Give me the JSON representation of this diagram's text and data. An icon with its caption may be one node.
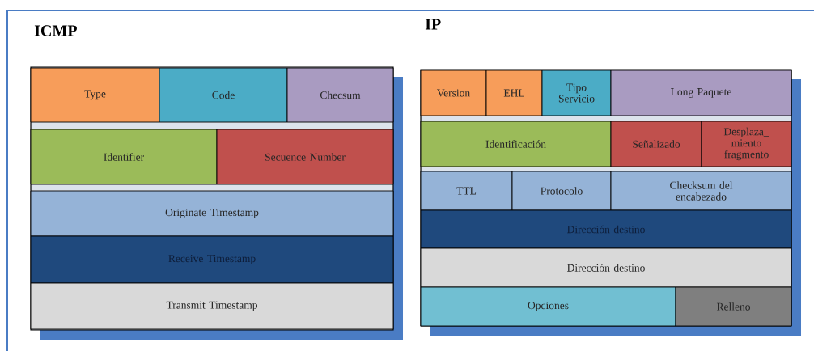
{
  "diagram": {
    "nodes": [
      {
        "text": [],
        "shape": "box"
      },
      {
        "text": [
          "Type"
        ],
        "in": 0
      },
      {
        "text": [
          "Code"
        ],
        "in": 0
      },
      {
        "text": [
          "Checsum"
        ],
        "in": 0
      },
      {
        "text": [
          "Identifier"
        ],
        "in": 0
      },
      {
        "text": [
          "Secuence Number"
        ],
        "in": 0
      },
      {
        "text": [
          "Originate Timestamp"
        ],
        "in": 0
      },
      {
        "text": [
          "Receive Timestamp"
        ],
        "in": 0
      },
      {
        "text": [
          "Transmit Timestamp"
        ],
        "in": 0
      },
      {
        "text": [],
        "shape": "box"
      },
      {
        "text": [
          "Version"
        ],
        "in": 9
      },
      {
        "text": [
          "EHL"
        ],
        "in": 9
      },
      {
        "text": [
          "Tipo Servicio"
        ],
        "in": 9
      },
      {
        "text": [
          "Long Paquete"
        ],
        "in": 9
      },
      {
        "text": [
          "Identificación"
        ],
        "in": 9
      },
      {
        "text": [
          "Señalizado"
        ],
        "in": 9
      },
      {
        "text": [
          "Desplaza_ miento fragmento"
        ],
        "in": 9
      },
      {
        "text": [
          "TTL"
        ],
        "in": 9
      },
      {
        "text": [
          "Protocolo"
        ],
        "in": 9
      },
      {
        "text": [
          "Checksum del encabezado"
        ],
        "in": 9
      },
      {
        "text": [
          "Dirección destino"
        ],
        "in": 9
      },
      {
        "text": [
          "Dirección destino"
        ],
        "in": 9
      },
      {
        "text": [
          "Opciones"
        ],
        "in": 9
      },
      {
        "text": [
          "Relleno"
        ],
        "in": 9
      }
    ],
    "labels": [
      "ICMP",
      "IP"
    ]
  }
}
